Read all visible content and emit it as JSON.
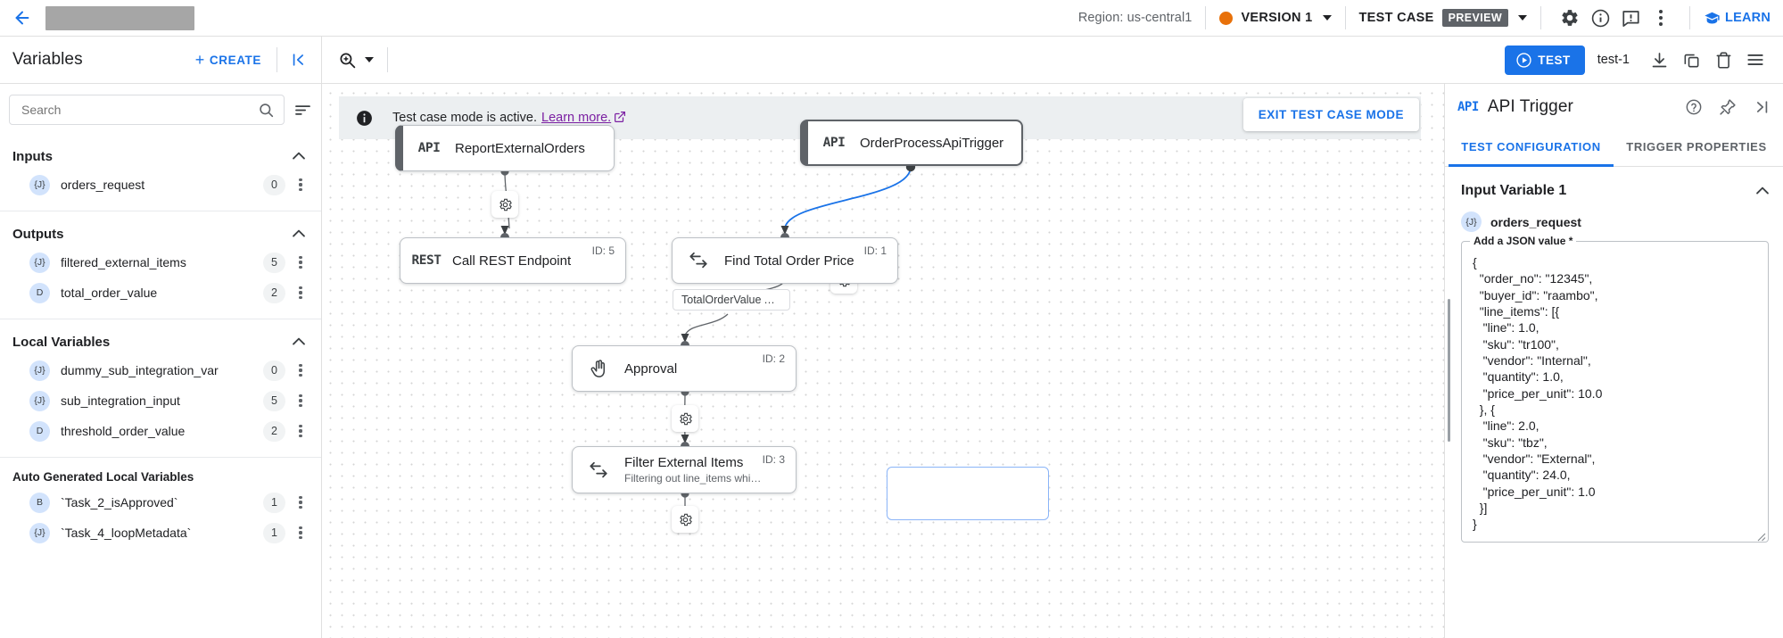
{
  "header": {
    "back_icon": "arrow-left-icon",
    "title_redacted": "",
    "region": "Region: us-central1",
    "version_label": "VERSION 1",
    "version_dot_color": "#e8710a",
    "testcase_label": "TEST CASE",
    "preview_badge": "PREVIEW",
    "icons": [
      "gear-icon",
      "info-icon",
      "feedback-icon",
      "more-vert-icon"
    ],
    "learn_label": "LEARN"
  },
  "toolbar": {
    "panel_title": "Variables",
    "create_label": "CREATE",
    "collapse_icon": "collapse-left-icon",
    "zoom_icon": "zoom-in-icon",
    "test_label": "TEST",
    "test_name": "test-1",
    "icons": [
      "download-icon",
      "copy-icon",
      "delete-icon",
      "menu-icon"
    ]
  },
  "sidebar": {
    "search_placeholder": "Search",
    "search_value": "",
    "filter_icon": "filter-list-icon",
    "sections": [
      {
        "title": "Inputs",
        "sub": false,
        "items": [
          {
            "type": "{J}",
            "name": "orders_request",
            "count": "0"
          }
        ]
      },
      {
        "title": "Outputs",
        "sub": false,
        "items": [
          {
            "type": "{J}",
            "name": "filtered_external_items",
            "count": "5"
          },
          {
            "type": "D",
            "name": "total_order_value",
            "count": "2"
          }
        ]
      },
      {
        "title": "Local Variables",
        "sub": false,
        "items": [
          {
            "type": "{J}",
            "name": "dummy_sub_integration_var",
            "count": "0"
          },
          {
            "type": "{J}",
            "name": "sub_integration_input",
            "count": "5"
          },
          {
            "type": "D",
            "name": "threshold_order_value",
            "count": "2"
          }
        ]
      },
      {
        "title": "Auto Generated Local Variables",
        "sub": true,
        "items": [
          {
            "type": "B",
            "name": "`Task_2_isApproved`",
            "count": "1"
          },
          {
            "type": "{J}",
            "name": "`Task_4_loopMetadata`",
            "count": "1"
          }
        ]
      }
    ]
  },
  "canvas": {
    "banner_text": "Test case mode is active.",
    "banner_link": "Learn more.",
    "exit_label": "EXIT TEST CASE MODE",
    "nodes": [
      {
        "id": "report-external-orders",
        "icon": "API",
        "title": "ReportExternalOrders",
        "sub": "",
        "node_id": ""
      },
      {
        "id": "order-process-api-trigger",
        "icon": "API",
        "title": "OrderProcessApiTrigger",
        "sub": "",
        "node_id": ""
      },
      {
        "id": "call-rest-endpoint",
        "icon": "REST",
        "title": "Call REST Endpoint",
        "sub": "",
        "node_id": "ID: 5"
      },
      {
        "id": "find-total-order-price",
        "icon": "map",
        "title": "Find Total Order Price",
        "sub": "",
        "node_id": "ID: 1"
      },
      {
        "id": "approval",
        "icon": "hand",
        "title": "Approval",
        "sub": "",
        "node_id": "ID: 2"
      },
      {
        "id": "filter-external-items",
        "icon": "map",
        "title": "Filter External Items",
        "sub": "Filtering out line_items whi…",
        "node_id": "ID: 3"
      }
    ],
    "edge_label": "TotalOrderValue Above …"
  },
  "rightpanel": {
    "type_label": "API",
    "title": "API Trigger",
    "icons": [
      "help-icon",
      "pin-icon",
      "collapse-right-icon"
    ],
    "tabs": [
      {
        "label": "TEST CONFIGURATION",
        "active": true
      },
      {
        "label": "TRIGGER PROPERTIES",
        "active": false
      }
    ],
    "block_title": "Input Variable 1",
    "var_type": "{J}",
    "var_name": "orders_request",
    "json_legend": "Add a JSON value *",
    "json_value": "{\n  \"order_no\": \"12345\",\n  \"buyer_id\": \"raambo\",\n  \"line_items\": [{\n   \"line\": 1.0,\n   \"sku\": \"tr100\",\n   \"vendor\": \"Internal\",\n   \"quantity\": 1.0,\n   \"price_per_unit\": 10.0\n  }, {\n   \"line\": 2.0,\n   \"sku\": \"tbz\",\n   \"vendor\": \"External\",\n   \"quantity\": 24.0,\n   \"price_per_unit\": 1.0\n  }]\n}"
  }
}
